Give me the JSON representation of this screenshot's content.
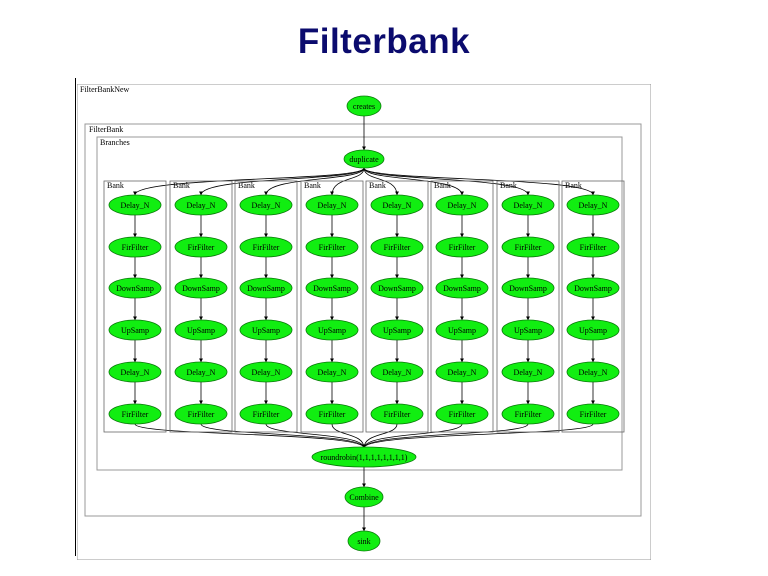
{
  "slide": {
    "title": "Filterbank"
  },
  "clusters": {
    "outer": "FilterBankNew",
    "filterbank": "FilterBank",
    "branches": "Branches",
    "bank_label": "Bank"
  },
  "nodes": {
    "top": "creates",
    "splitter": "duplicate",
    "joiner": "roundrobin(1,1,1,1,1,1,1,1)",
    "combine": "Combine",
    "sink": "sink",
    "chain": [
      "Delay_N",
      "FirFilter",
      "DownSamp",
      "UpSamp",
      "Delay_N",
      "FirFilter"
    ]
  },
  "colors": {
    "node_fill": "#11ee11",
    "node_stroke": "#0a7a0a",
    "title": "#0b0b6e"
  }
}
